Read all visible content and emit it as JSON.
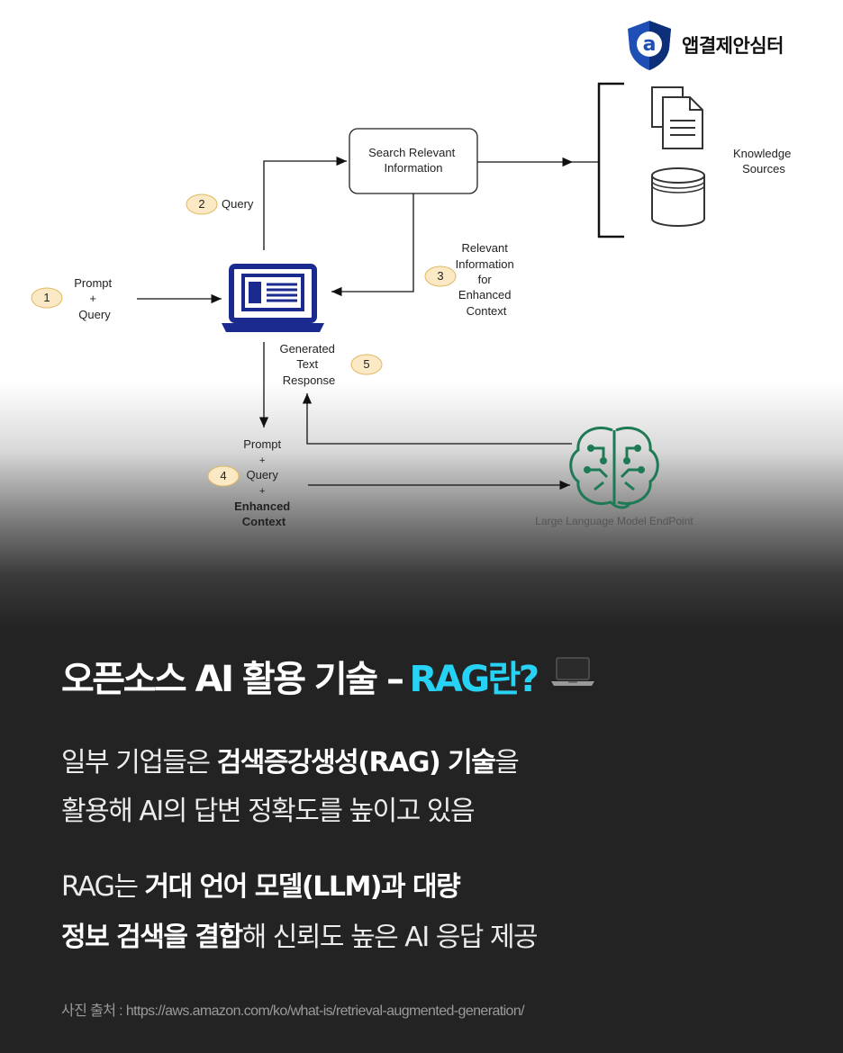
{
  "brand": {
    "name": "앱결제안심터",
    "colors": {
      "shield": "#1f4fb5",
      "shield_dark": "#0d2f7a"
    }
  },
  "diagram": {
    "search_box": [
      "Search Relevant",
      "Information"
    ],
    "knowledge_sources": [
      "Knowledge",
      "Sources"
    ],
    "query_label": "Query",
    "prompt_query": [
      "Prompt",
      "+",
      "Query"
    ],
    "relevant_info": [
      "Relevant",
      "Information",
      "for",
      "Enhanced",
      "Context"
    ],
    "generated_response": [
      "Generated",
      "Text",
      "Response"
    ],
    "prompt_query_context": [
      "Prompt",
      "+",
      "Query",
      "+",
      "Enhanced",
      "Context"
    ],
    "llm_label": "Large Language Model EndPoint",
    "steps": [
      "1",
      "2",
      "3",
      "4",
      "5"
    ],
    "colors": {
      "laptop": "#1a2a8f",
      "llm": "#1d7a54",
      "step_fill": "#fbe9c6",
      "step_stroke": "#e0b860"
    }
  },
  "headline": {
    "part1": "오픈소스 AI 활용 기술 – ",
    "accent": "RAG란?",
    "accent_color": "#27d3f4",
    "emoji_icon": "laptop-icon"
  },
  "body": {
    "l1_a": "일부 기업들은 ",
    "l1_b": "검색증강생성(RAG) 기술",
    "l1_c": "을",
    "l2": "활용해 AI의 답변 정확도를 높이고 있음",
    "l3_a": "RAG는 ",
    "l3_b": "거대 언어 모델(LLM)과 대량",
    "l4_a": "정보 검색을 결합",
    "l4_b": "해 신뢰도 높은 AI 응답 제공"
  },
  "source": "사진 출처 : https://aws.amazon.com/ko/what-is/retrieval-augmented-generation/"
}
